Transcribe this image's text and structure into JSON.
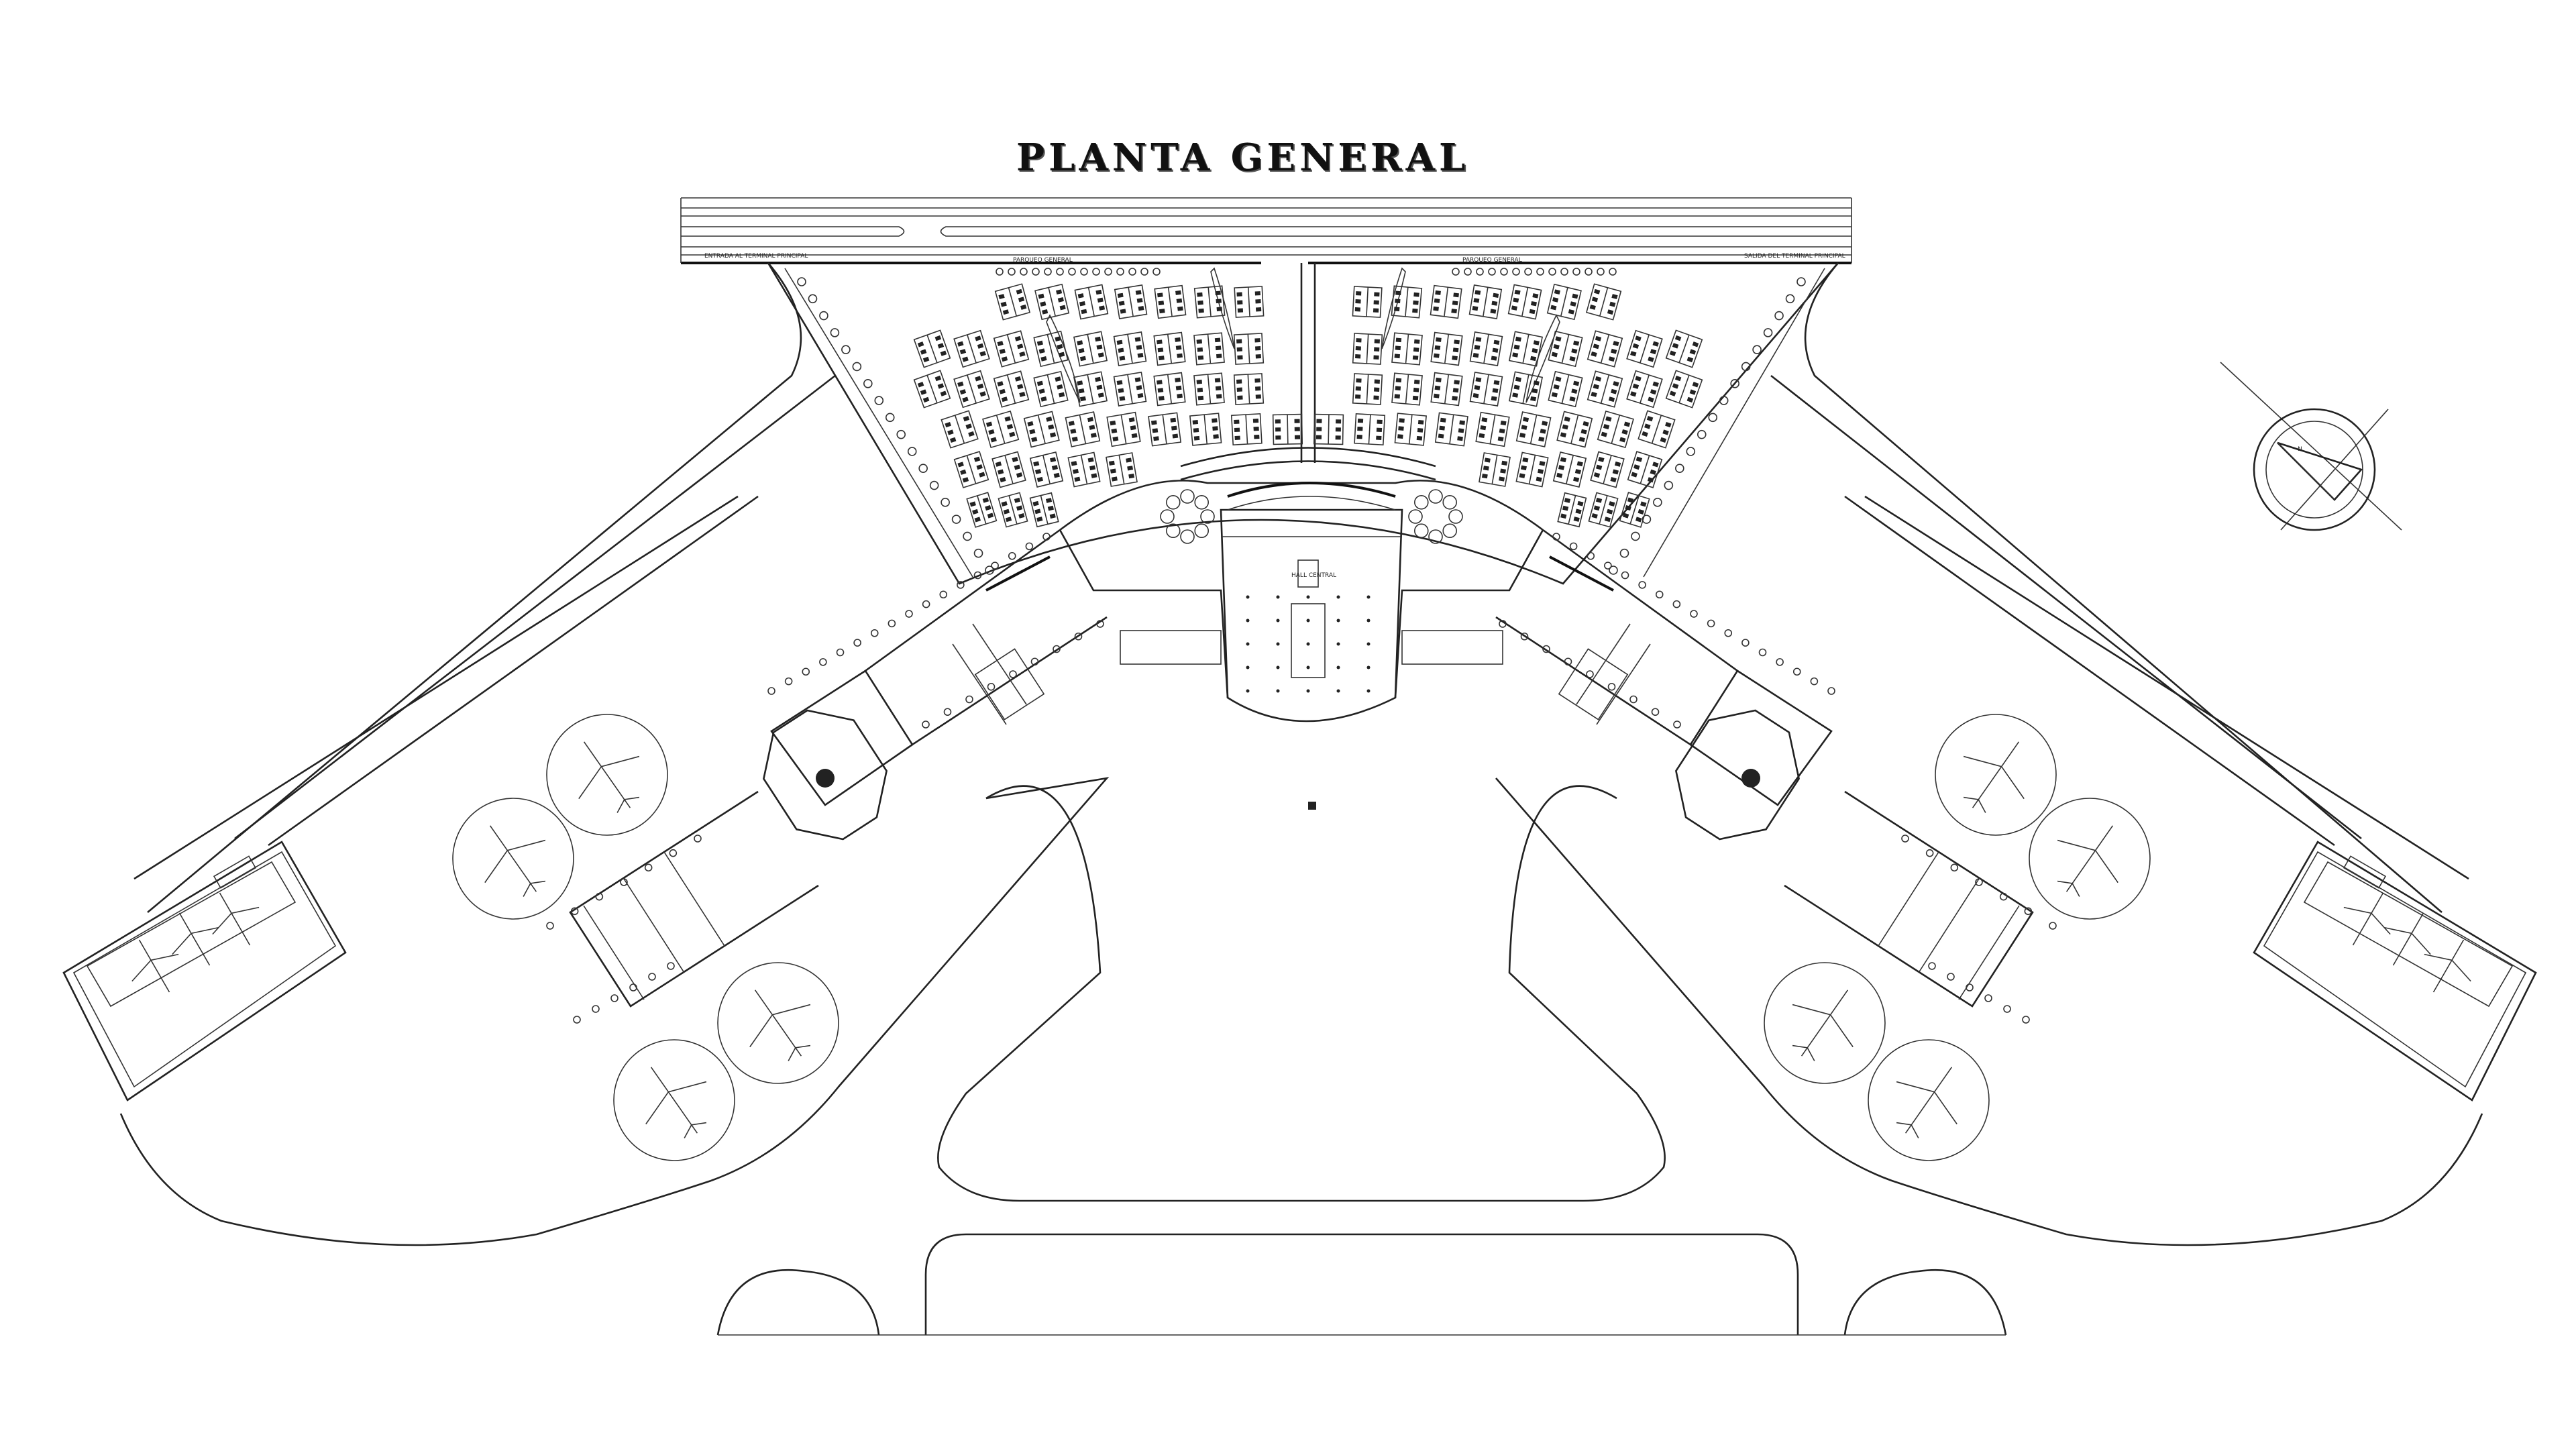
{
  "drawing": {
    "title": "PLANTA GENERAL",
    "hall_label": "HALL CENTRAL",
    "road_sign_left": "ENTRADA AL TERMINAL PRINCIPAL",
    "road_sign_right": "SALIDA DEL TERMINAL PRINCIPAL",
    "parking_sign_left": "PARQUEO GENERAL",
    "parking_sign_right": "PARQUEO GENERAL"
  },
  "icons": {
    "north_arrow": "north-arrow-compass-icon",
    "aircraft": "aircraft-icon",
    "tree": "tree-icon",
    "car": "car-icon"
  },
  "colors": {
    "line": "#222222",
    "background": "#ffffff"
  }
}
